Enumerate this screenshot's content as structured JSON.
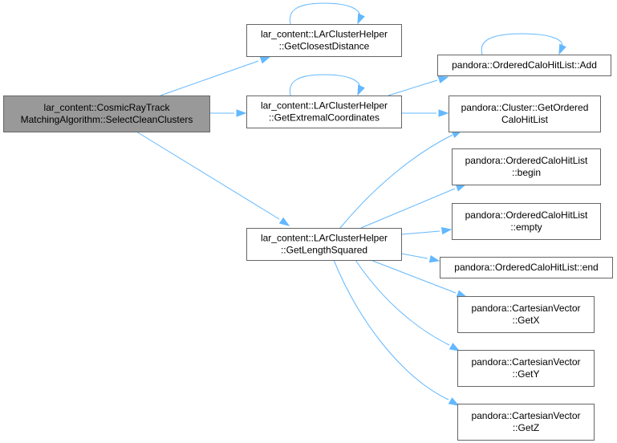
{
  "nodes": {
    "select_clean": {
      "lines": [
        "lar_content::CosmicRayTrack",
        "MatchingAlgorithm::SelectCleanClusters"
      ],
      "root": true
    },
    "closest": {
      "lines": [
        "lar_content::LArClusterHelper",
        "::GetClosestDistance"
      ]
    },
    "extremal": {
      "lines": [
        "lar_content::LArClusterHelper",
        "::GetExtremalCoordinates"
      ]
    },
    "length_sq": {
      "lines": [
        "lar_content::LArClusterHelper",
        "::GetLengthSquared"
      ]
    },
    "add": {
      "lines": [
        "pandora::OrderedCaloHitList::Add"
      ]
    },
    "get_ordered": {
      "lines": [
        "pandora::Cluster::GetOrdered",
        "CaloHitList"
      ]
    },
    "begin": {
      "lines": [
        "pandora::OrderedCaloHitList",
        "::begin"
      ]
    },
    "empty": {
      "lines": [
        "pandora::OrderedCaloHitList",
        "::empty"
      ]
    },
    "end": {
      "lines": [
        "pandora::OrderedCaloHitList::end"
      ]
    },
    "getx": {
      "lines": [
        "pandora::CartesianVector",
        "::GetX"
      ]
    },
    "gety": {
      "lines": [
        "pandora::CartesianVector",
        "::GetY"
      ]
    },
    "getz": {
      "lines": [
        "pandora::CartesianVector",
        "::GetZ"
      ]
    }
  },
  "edges": [
    [
      "select_clean",
      "closest"
    ],
    [
      "select_clean",
      "extremal"
    ],
    [
      "select_clean",
      "length_sq"
    ],
    [
      "closest",
      "closest"
    ],
    [
      "extremal",
      "extremal"
    ],
    [
      "extremal",
      "add"
    ],
    [
      "extremal",
      "get_ordered"
    ],
    [
      "add",
      "add"
    ],
    [
      "length_sq",
      "get_ordered"
    ],
    [
      "length_sq",
      "begin"
    ],
    [
      "length_sq",
      "empty"
    ],
    [
      "length_sq",
      "end"
    ],
    [
      "length_sq",
      "getx"
    ],
    [
      "length_sq",
      "gety"
    ],
    [
      "length_sq",
      "getz"
    ]
  ],
  "colors": {
    "edge": "#63b8ff",
    "root_fill": "#999999",
    "node_border": "#666666"
  }
}
